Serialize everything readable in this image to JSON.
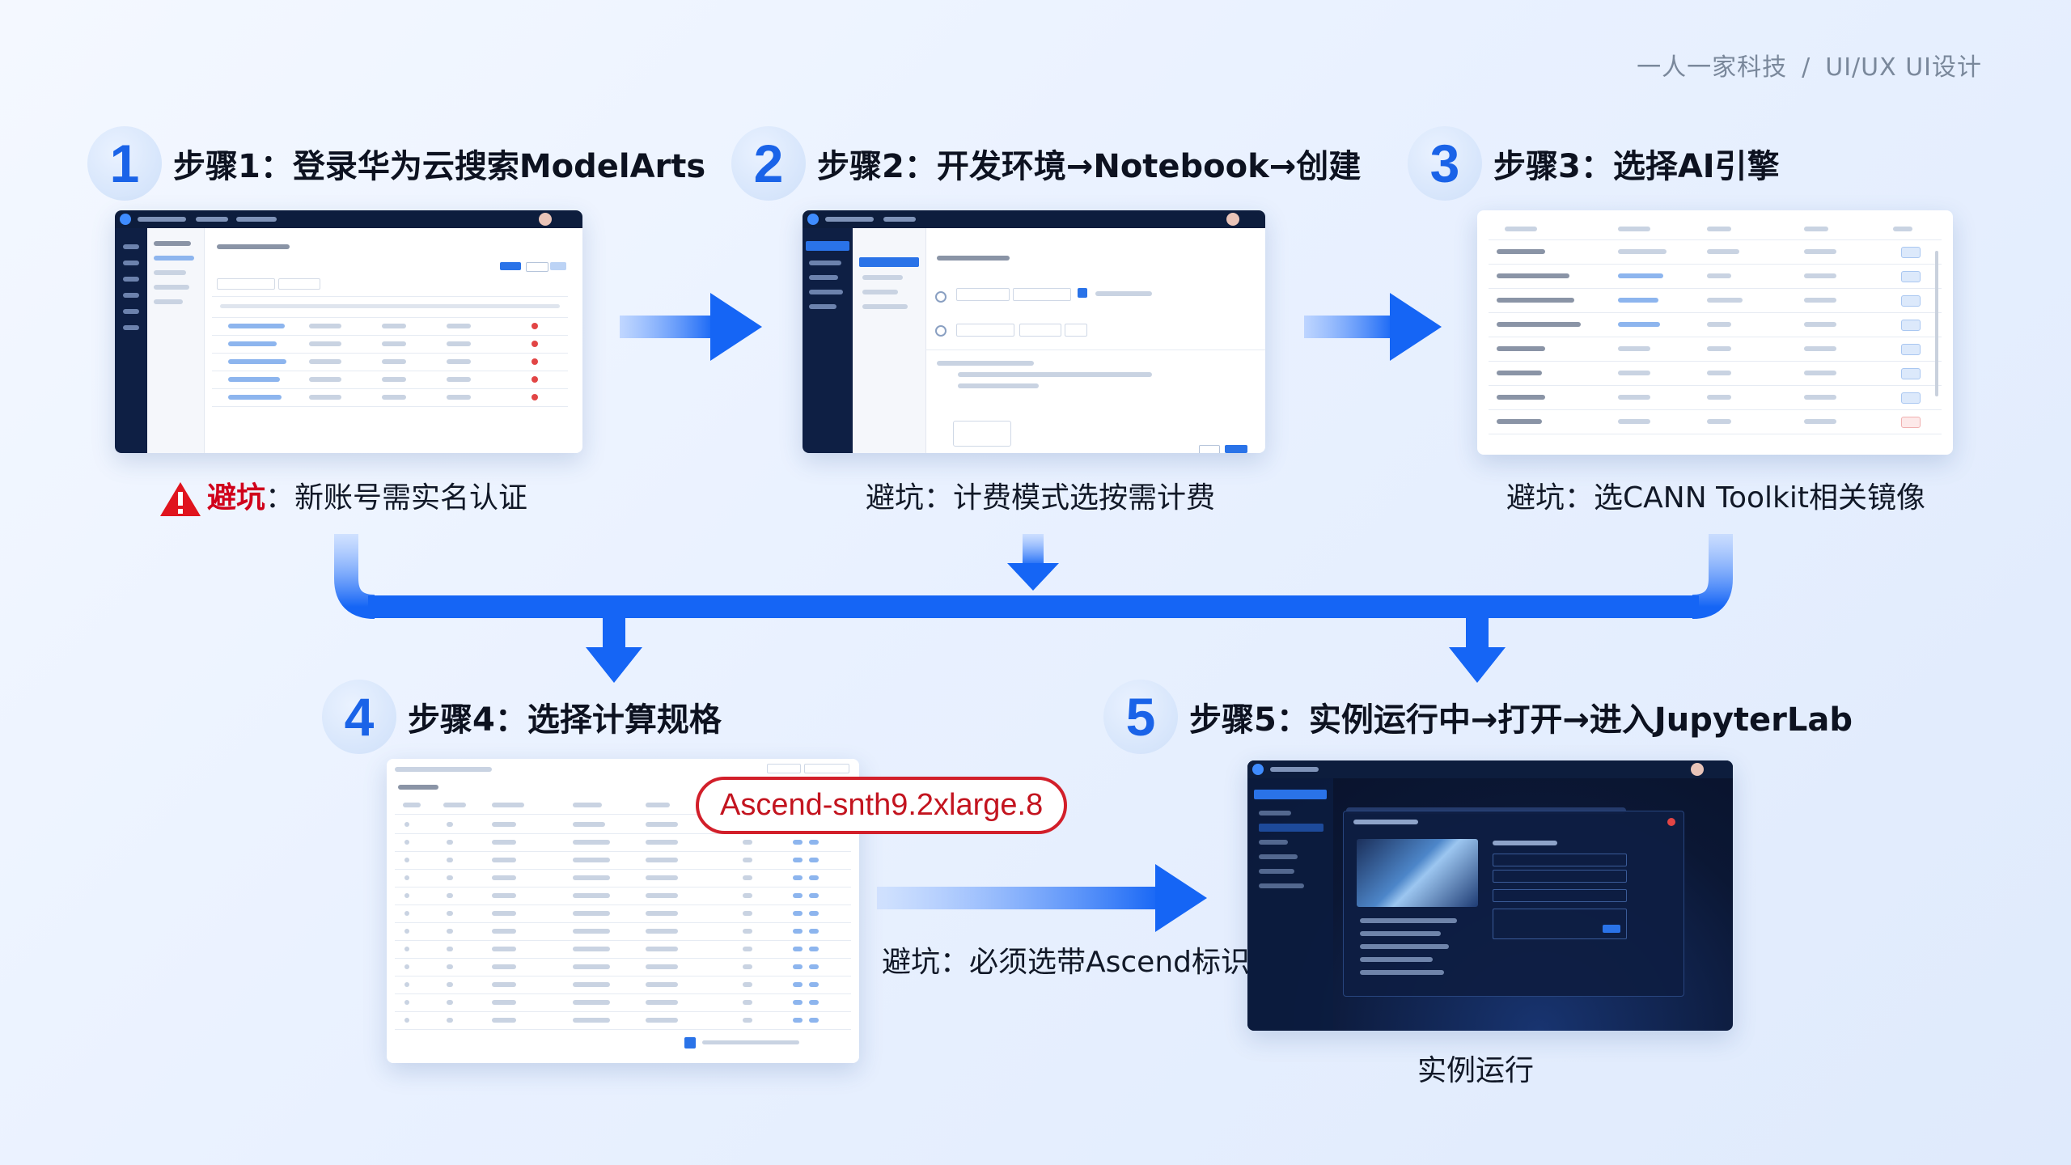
{
  "brand": {
    "company": "一人一家科技",
    "separator": "/",
    "tag": "UI/UX UI设计"
  },
  "steps": [
    {
      "num": "1",
      "title": "步骤1：登录华为云搜索ModelArts",
      "warn_label": "避坑",
      "tip": "：新账号需实名认证"
    },
    {
      "num": "2",
      "title": "步骤2：开发环境→Notebook→创建",
      "tip": "避坑：计费模式选按需计费"
    },
    {
      "num": "3",
      "title": "步骤3：选择AI引擎",
      "tip": "避坑：选CANN Toolkit相关镜像"
    },
    {
      "num": "4",
      "title": "步骤4：选择计算规格",
      "highlight": "Ascend-snth9.2xlarge.8",
      "tip": "避坑：必须选带Ascend标识"
    },
    {
      "num": "5",
      "title": "步骤5：实例运行中→打开→进入JupyterLab",
      "tip": "实例运行"
    }
  ],
  "colors": {
    "accent": "#1a63e8",
    "arrow": "#1565f5",
    "warn": "#d0021b"
  },
  "icons": [
    "warning-triangle-icon",
    "arrow-right-icon",
    "arrow-down-icon"
  ]
}
